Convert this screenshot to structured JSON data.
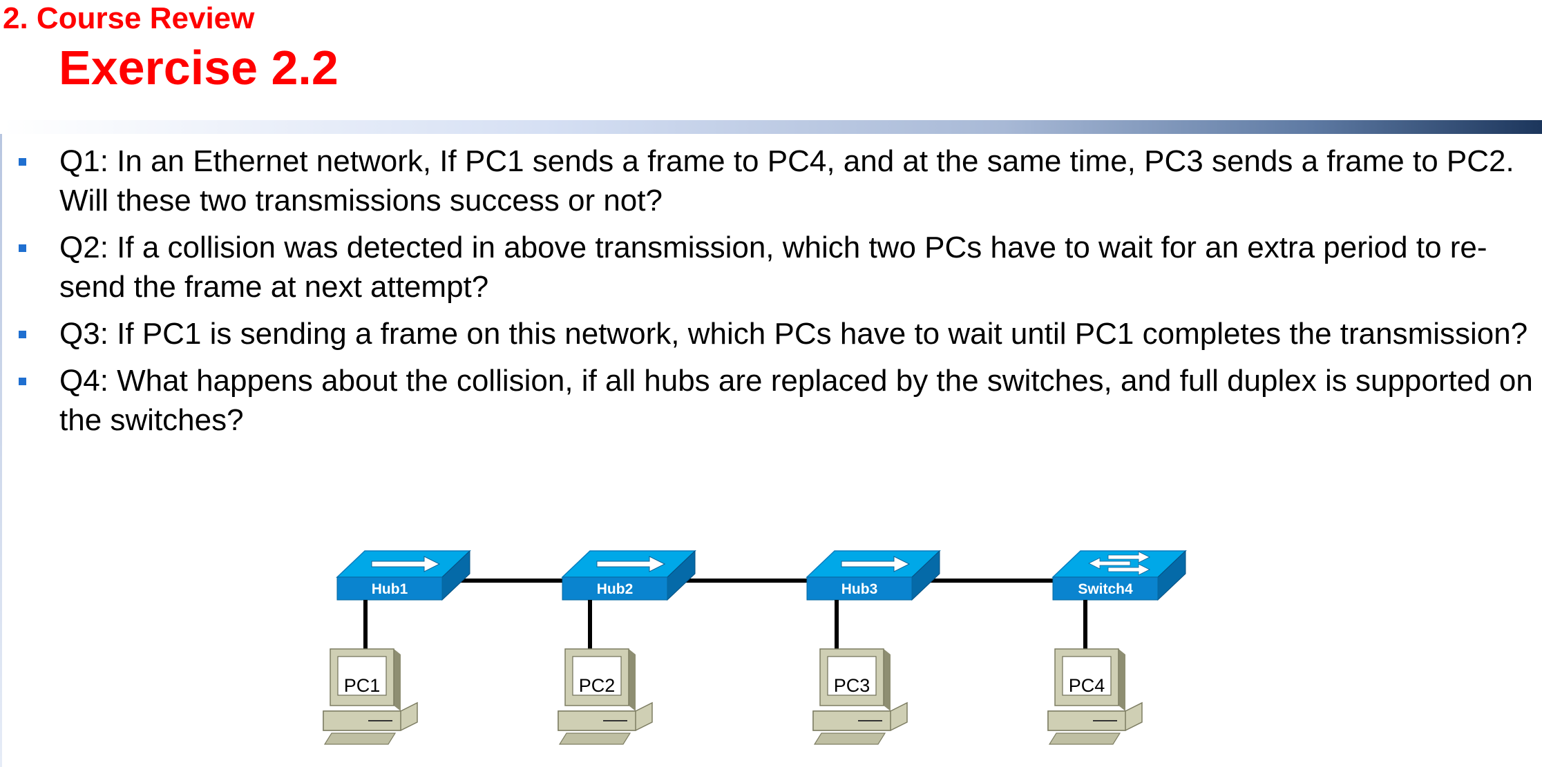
{
  "header": {
    "section": "2. Course Review",
    "title": "Exercise 2.2"
  },
  "questions": [
    "Q1: In an Ethernet network, If PC1 sends a frame to PC4, and at the same time, PC3 sends a frame to PC2. Will these two transmissions success or not?",
    "Q2: If a collision was detected in above transmission, which two PCs have to wait for an extra period to re-send the frame at next attempt?",
    "Q3: If PC1 is sending a frame on this network, which PCs have to wait until PC1 completes the transmission?",
    "Q4: What happens about the collision, if all hubs are replaced by the switches, and full duplex is supported on the switches?"
  ],
  "diagram": {
    "devices": [
      {
        "label": "Hub1",
        "type": "hub",
        "icon": "hub-icon"
      },
      {
        "label": "Hub2",
        "type": "hub",
        "icon": "hub-icon"
      },
      {
        "label": "Hub3",
        "type": "hub",
        "icon": "hub-icon"
      },
      {
        "label": "Switch4",
        "type": "switch",
        "icon": "switch-icon"
      }
    ],
    "pcs": [
      {
        "label": "PC1",
        "icon": "computer-icon"
      },
      {
        "label": "PC2",
        "icon": "computer-icon"
      },
      {
        "label": "PC3",
        "icon": "computer-icon"
      },
      {
        "label": "PC4",
        "icon": "computer-icon"
      }
    ],
    "colors": {
      "device_top": "#00a8e8",
      "device_front": "#0a84cf",
      "device_side": "#056aa8",
      "pc_body": "#cfcfb4",
      "pc_shadow": "#8e8e72",
      "link": "#000000"
    }
  }
}
